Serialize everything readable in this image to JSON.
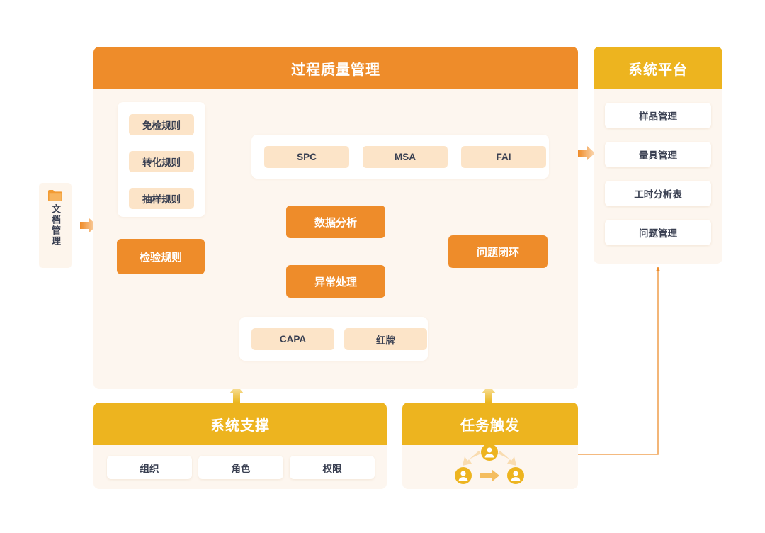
{
  "colors": {
    "orange": "#ee8c2a",
    "gold": "#edb41f",
    "panel_bg": "#fdf6ef",
    "pill_bg": "#fce4c8",
    "text": "#3a4052",
    "line": "#f0a457"
  },
  "doc_sidebar": {
    "icon": "folder-icon",
    "label": "文档管理"
  },
  "process_panel": {
    "title": "过程质量管理",
    "rules_card": {
      "items": [
        "免检规则",
        "转化规则",
        "抽样规则"
      ]
    },
    "inspection_node": "检验规则",
    "methods_card": {
      "items": [
        "SPC",
        "MSA",
        "FAI"
      ]
    },
    "flow_nodes": {
      "analysis": "数据分析",
      "exception": "异常处理",
      "closed_loop": "问题闭环"
    },
    "actions_card": {
      "items": [
        "CAPA",
        "红牌"
      ]
    }
  },
  "platform_panel": {
    "title": "系统平台",
    "items": [
      "样品管理",
      "量具管理",
      "工时分析表",
      "问题管理"
    ]
  },
  "support_panel": {
    "title": "系统支撑",
    "items": [
      "组织",
      "角色",
      "权限"
    ]
  },
  "trigger_panel": {
    "title": "任务触发",
    "people_icons": [
      "user-icon",
      "user-icon",
      "user-icon"
    ]
  }
}
